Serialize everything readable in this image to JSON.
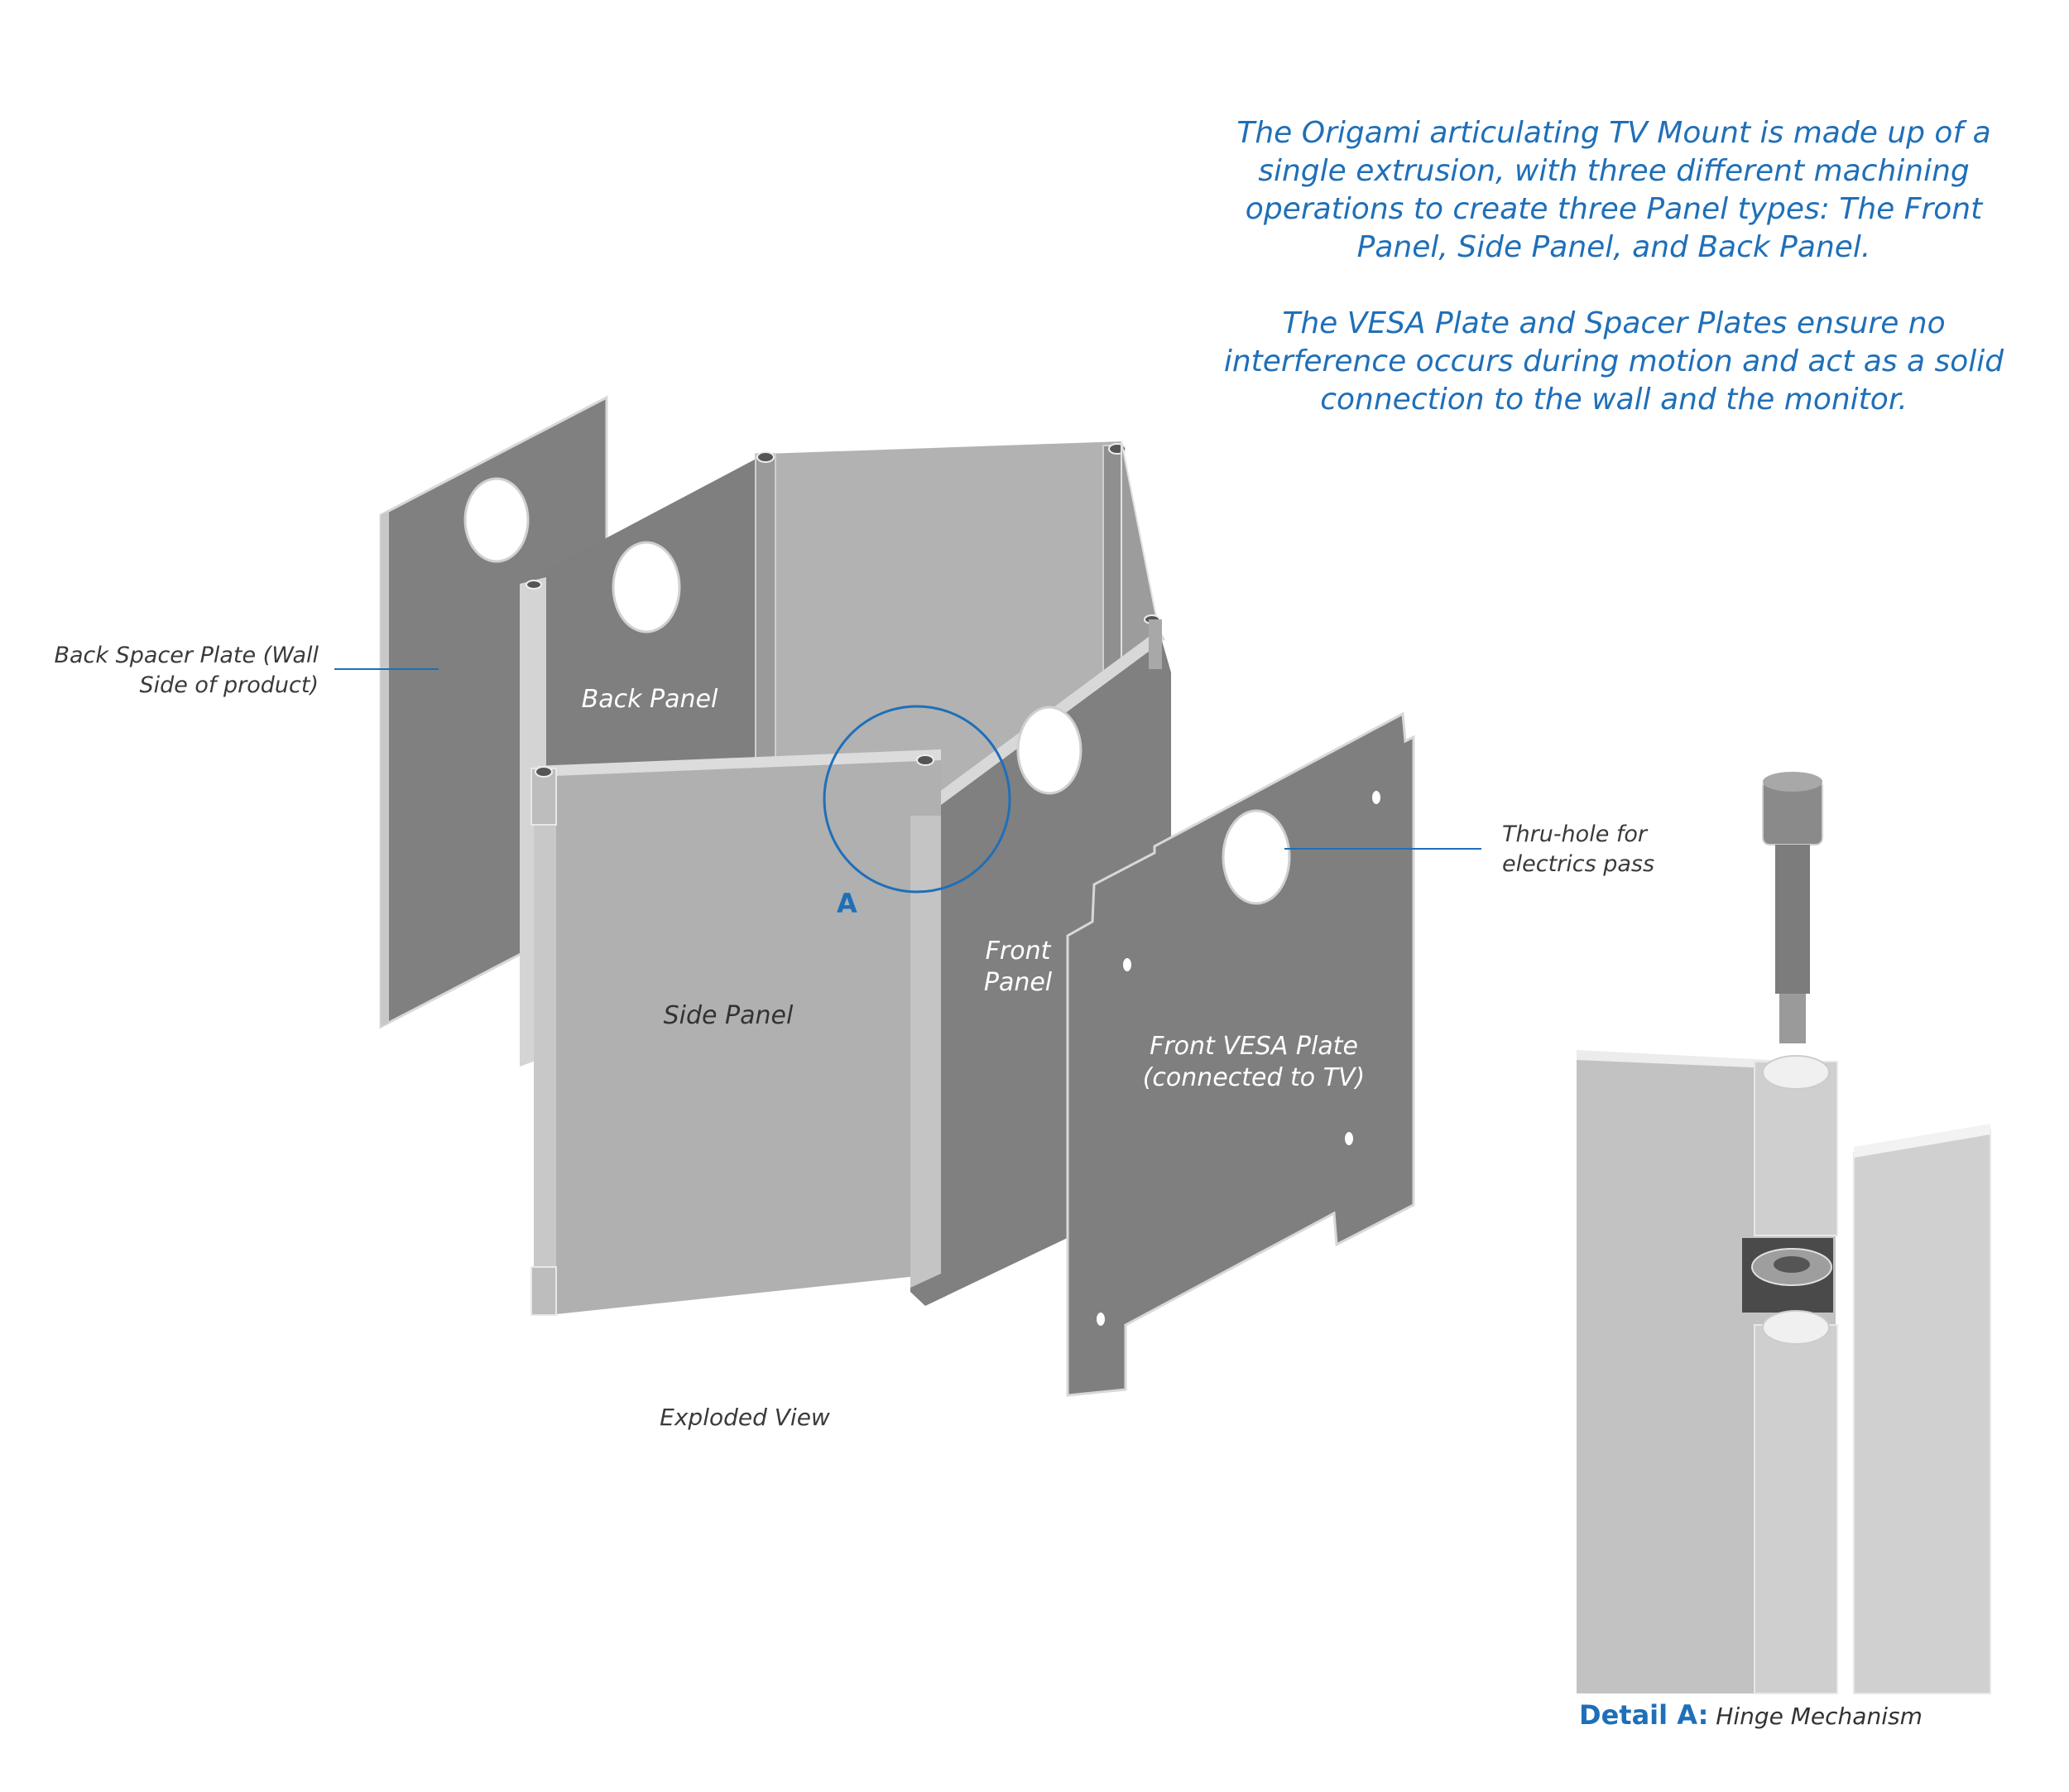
{
  "description": {
    "paragraph1": [
      "The Origami articulating TV Mount is made up of a",
      "single extrusion, with three different machining",
      "operations to create three Panel types: The Front",
      "Panel, Side Panel, and Back Panel."
    ],
    "paragraph2": [
      "The VESA Plate and Spacer Plates ensure no",
      "interference occurs during motion and act as a solid",
      "connection to the wall and the monitor."
    ]
  },
  "callouts": {
    "back_spacer": [
      "Back Spacer Plate (Wall",
      "Side of product)"
    ],
    "thru_hole": [
      "Thru-hole for",
      "electrics pass"
    ]
  },
  "panels": {
    "back_panel": "Back Panel",
    "side_panel": "Side Panel",
    "front_panel": [
      "Front",
      "Panel"
    ],
    "front_vesa": [
      "Front VESA Plate",
      "(connected to TV)"
    ]
  },
  "marker": "A",
  "view_caption": "Exploded View",
  "detail": {
    "label": "Detail A:",
    "title": "Hinge Mechanism"
  },
  "colors": {
    "accent": "#1f6fb8",
    "panel_light": "#b0b0b0",
    "panel_dark": "#808080",
    "edge": "#d2d2d2"
  }
}
